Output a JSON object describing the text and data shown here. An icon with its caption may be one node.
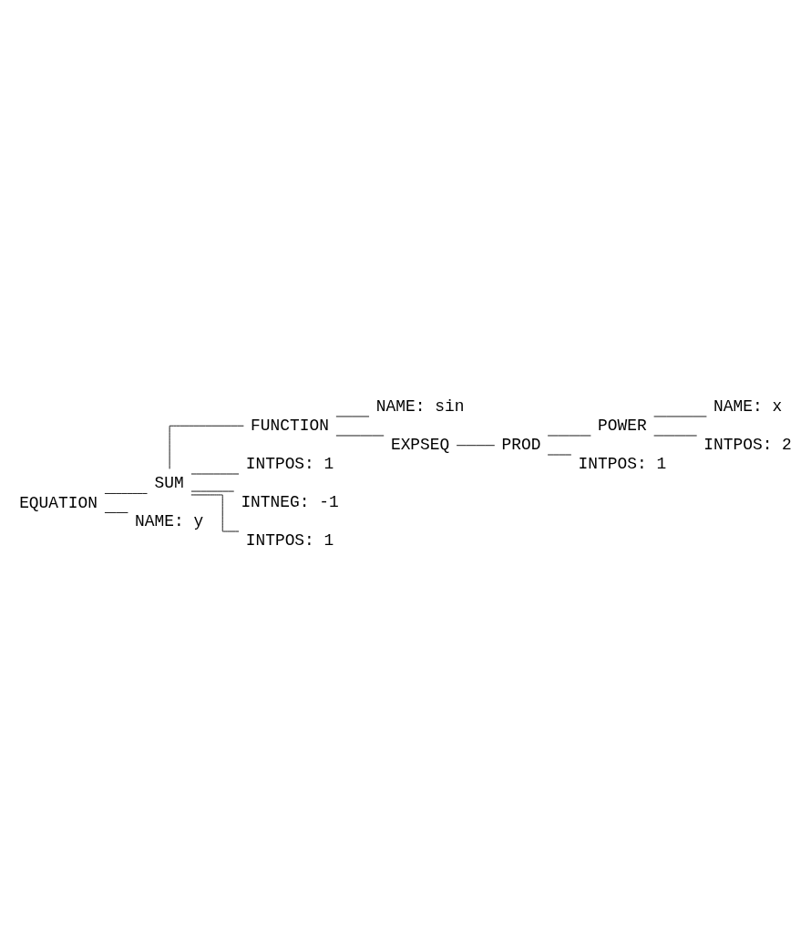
{
  "diagram": {
    "nodes": [
      {
        "text": [
          "EQUATION"
        ]
      },
      {
        "text": [
          "SUM"
        ]
      },
      {
        "text": [
          "FUNCTION"
        ]
      },
      {
        "text": [
          "NAME: sin"
        ]
      },
      {
        "text": [
          "EXPSEQ"
        ]
      },
      {
        "text": [
          "PROD"
        ]
      },
      {
        "text": [
          "POWER"
        ]
      },
      {
        "text": [
          "NAME: x"
        ]
      },
      {
        "text": [
          "INTPOS: 2"
        ]
      },
      {
        "text": [
          "INTPOS: 1"
        ]
      },
      {
        "text": [
          "INTPOS: 1"
        ]
      },
      {
        "text": [
          "INTNEG: -1"
        ]
      },
      {
        "text": [
          "INTPOS: 1"
        ]
      },
      {
        "text": [
          "NAME: y"
        ]
      }
    ],
    "edges": [
      {
        "from": 0,
        "to": 1,
        "arrow": "none"
      },
      {
        "from": 1,
        "to": 2,
        "arrow": "none"
      },
      {
        "from": 2,
        "to": 3,
        "arrow": "none"
      },
      {
        "from": 2,
        "to": 4,
        "arrow": "none"
      },
      {
        "from": 4,
        "to": 5,
        "arrow": "none"
      },
      {
        "from": 5,
        "to": 6,
        "arrow": "none"
      },
      {
        "from": 6,
        "to": 7,
        "arrow": "none"
      },
      {
        "from": 6,
        "to": 8,
        "arrow": "none"
      },
      {
        "from": 5,
        "to": 9,
        "arrow": "none"
      },
      {
        "from": 1,
        "to": 10,
        "arrow": "none"
      },
      {
        "from": 1,
        "to": 11,
        "arrow": "none"
      },
      {
        "from": 1,
        "to": 12,
        "arrow": "none"
      },
      {
        "from": 0,
        "to": 13,
        "arrow": "none"
      }
    ]
  }
}
